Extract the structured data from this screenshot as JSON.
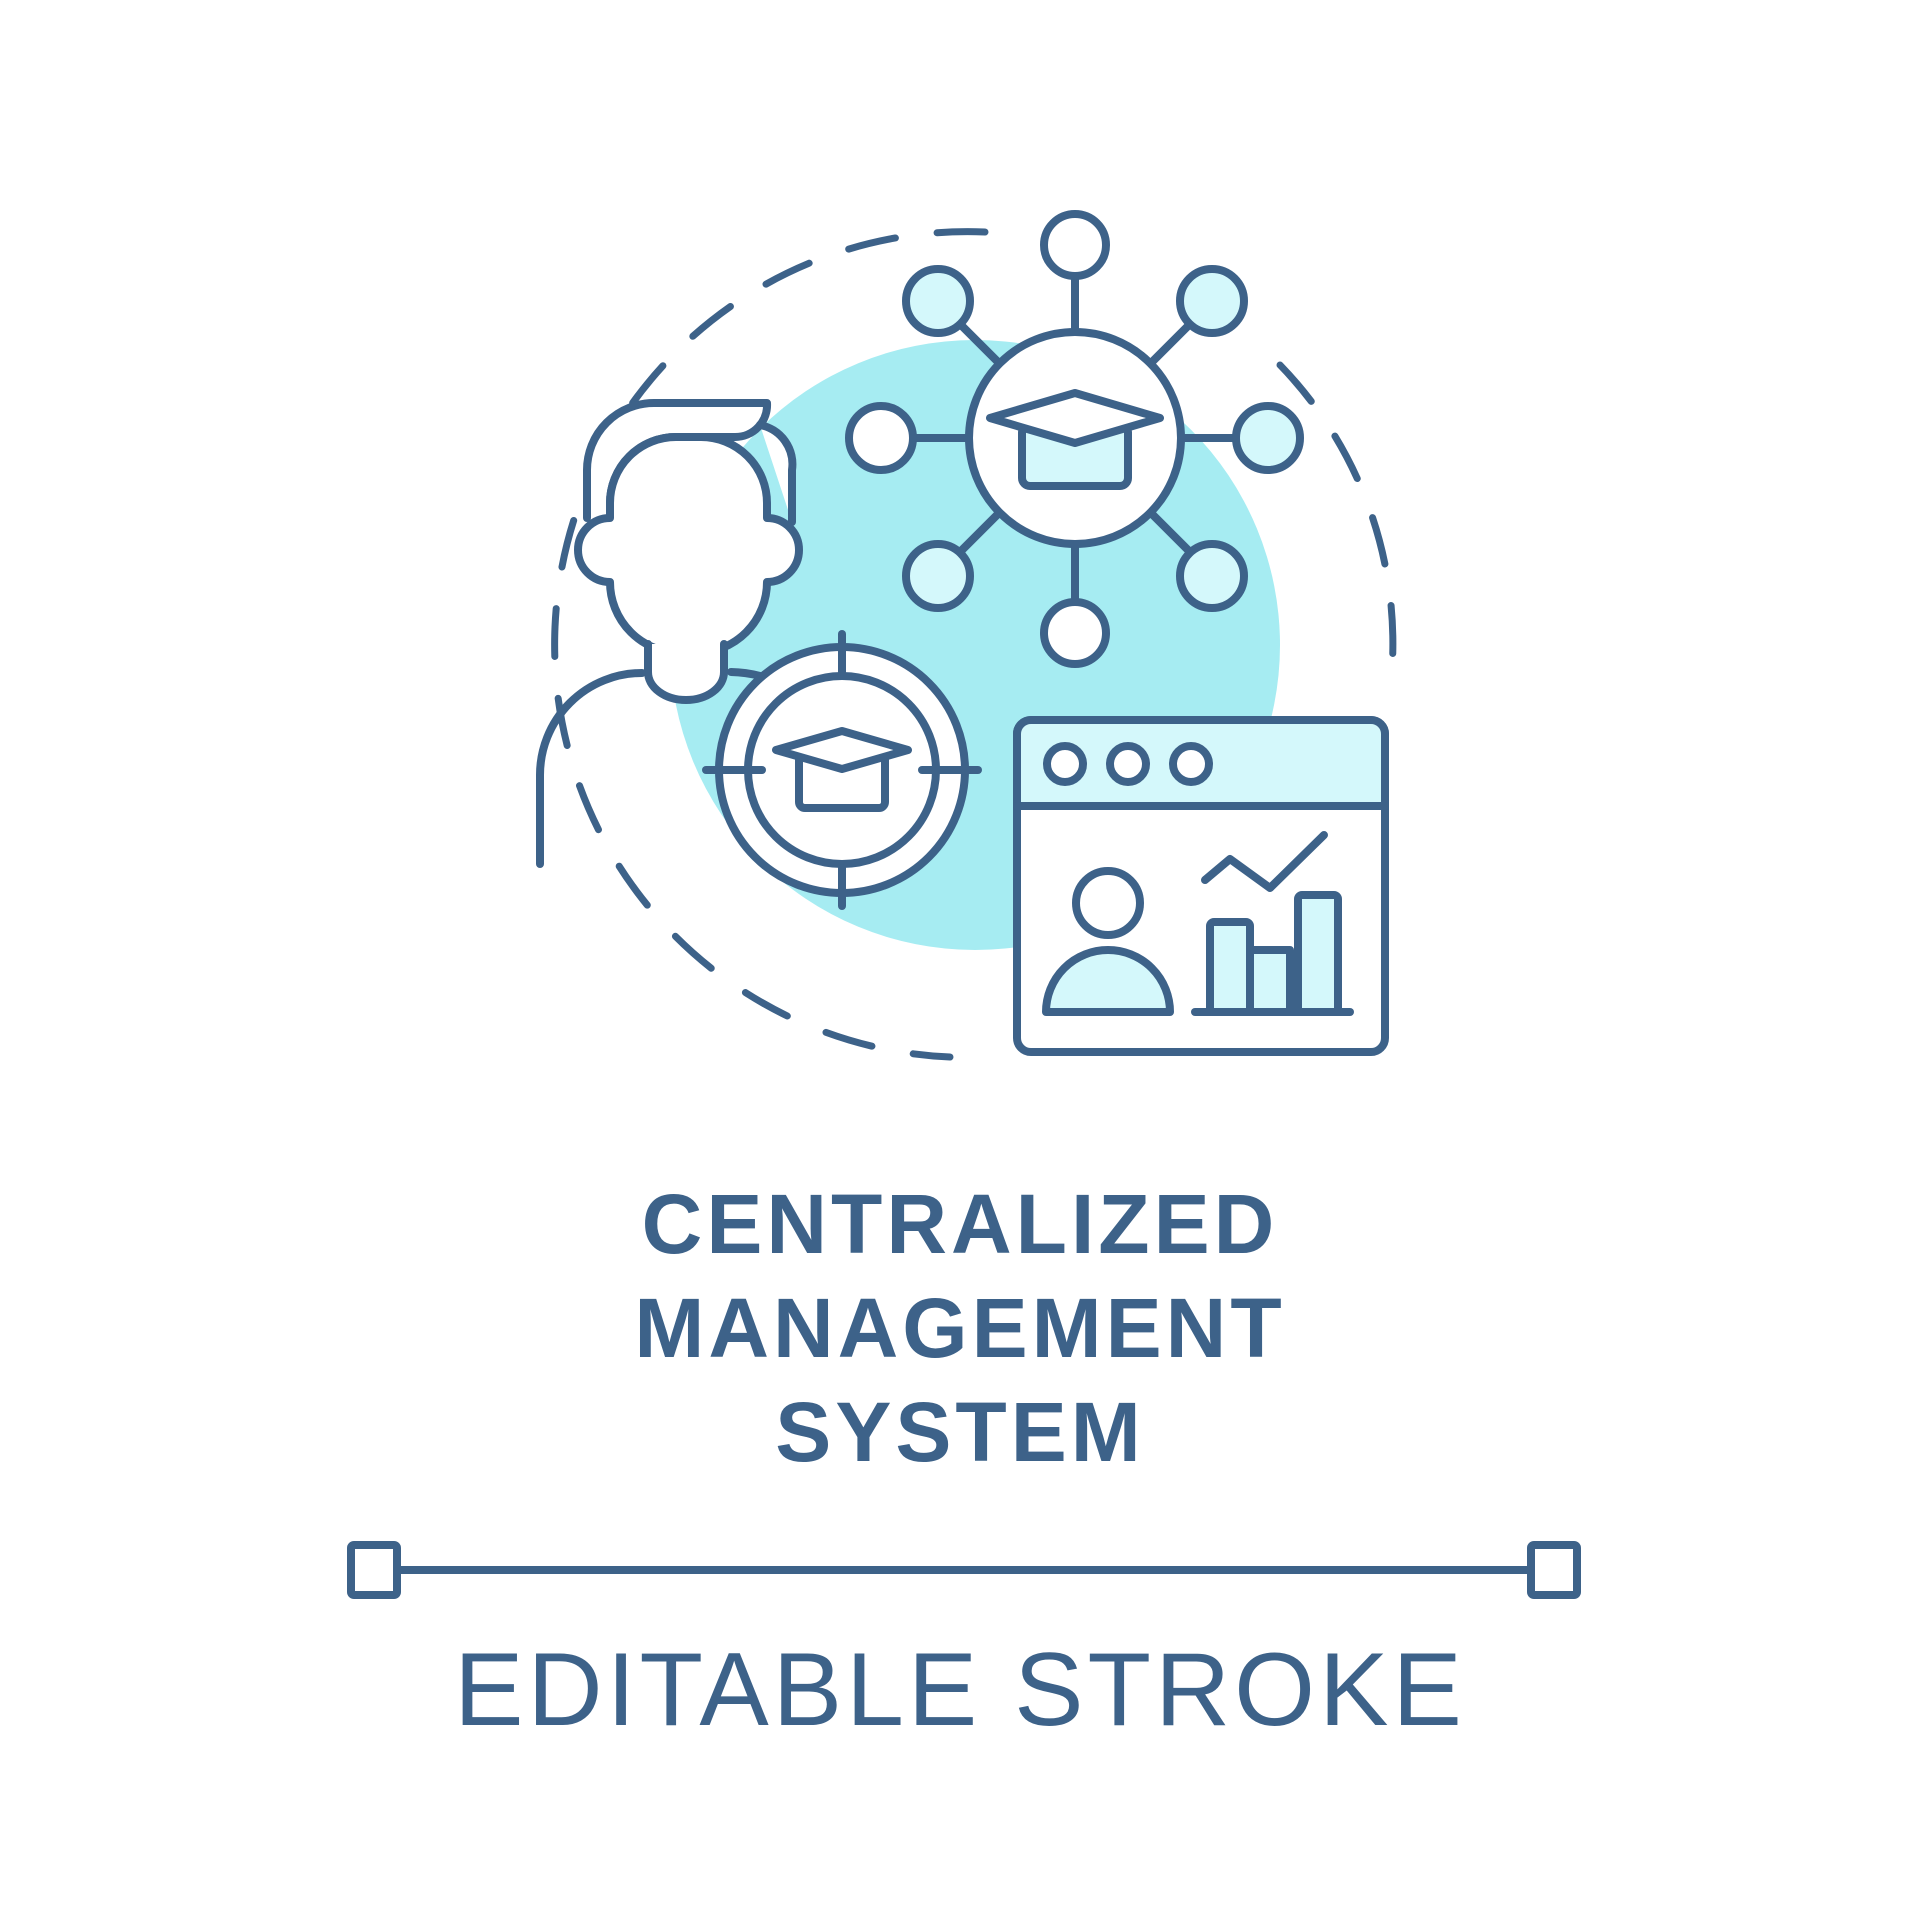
{
  "colors": {
    "stroke": "#3d6289",
    "accent_fill": "#a6ecf2",
    "light_fill": "#d4f8fb",
    "background": "#ffffff"
  },
  "icon": {
    "name": "centralized-management-system-icon",
    "elements": [
      "person-icon",
      "graduation-cap-network-icon",
      "target-graduation-cap-icon",
      "analytics-window-icon"
    ]
  },
  "title": {
    "line1": "CENTRALIZED",
    "line2": "MANAGEMENT",
    "line3": "SYSTEM"
  },
  "stroke_widget": {
    "label": "EDITABLE STROKE"
  }
}
